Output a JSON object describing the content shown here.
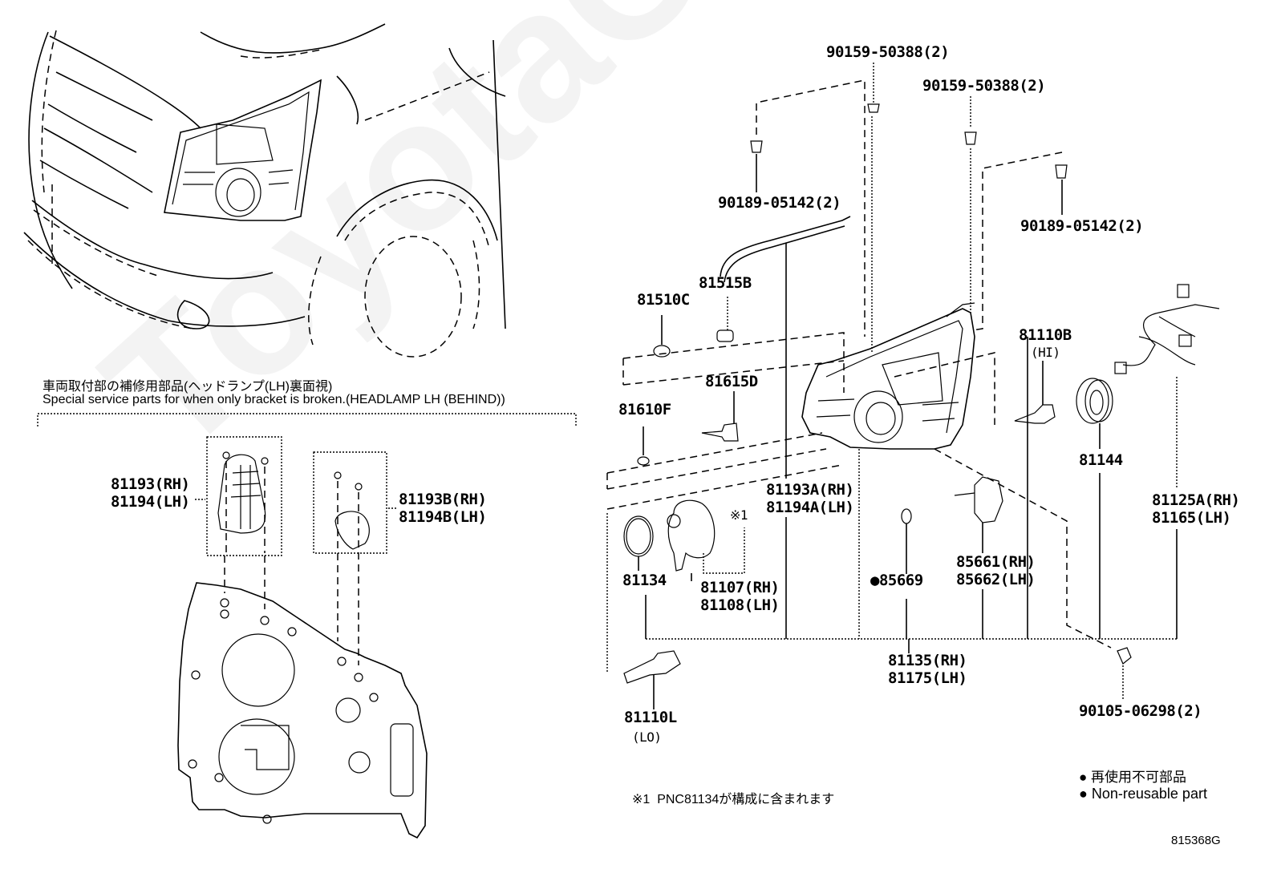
{
  "watermark": "ToyotaCarMine.ru",
  "inset_caption": {
    "japanese": "車両取付部の補修用部品(ヘッドランプ(LH)裏面視)",
    "english": "Special service parts for when only bracket is broken.(HEADLAMP LH (BEHIND))"
  },
  "inset_parts": [
    {
      "lines": [
        "81193(RH)",
        "81194(LH)"
      ]
    },
    {
      "lines": [
        "81193B(RH)",
        "81194B(LH)"
      ]
    }
  ],
  "parts": {
    "screw_top_1": "90159-50388(2)",
    "screw_top_2": "90159-50388(2)",
    "clip_left": "90189-05142(2)",
    "clip_right": "90189-05142(2)",
    "p81510c": "81510C",
    "p81515b": "81515B",
    "p81615d": "81615D",
    "p81610f": "81610F",
    "p81110b": "81110B",
    "p81110b_sub": "(HI)",
    "p81144": "81144",
    "p81125a": [
      "81125A(RH)",
      "81165(LH)"
    ],
    "p81193a": [
      "81193A(RH)",
      "81194A(LH)"
    ],
    "ref_mark": "※1",
    "p81134": "81134",
    "p81107": [
      "81107(RH)",
      "81108(LH)"
    ],
    "p85669": "●85669",
    "p85661": [
      "85661(RH)",
      "85662(LH)"
    ],
    "p81135": [
      "81135(RH)",
      "81175(LH)"
    ],
    "p81110l": "81110L",
    "p81110l_sub": "(LO)",
    "screw_bottom": "90105-06298(2)"
  },
  "footnote": "※1  PNC81134が構成に含まれます",
  "legend": {
    "japanese": "● 再使用不可部品",
    "english": "● Non-reusable part"
  },
  "diagram_id": "815368G"
}
